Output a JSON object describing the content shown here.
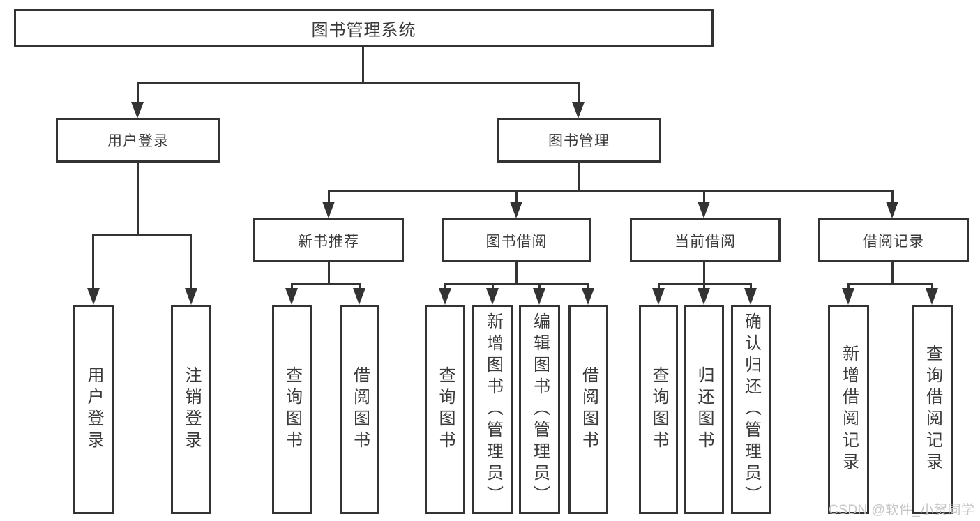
{
  "root": {
    "label": "图书管理系统"
  },
  "level2": {
    "user_login": {
      "label": "用户登录"
    },
    "book_mgmt": {
      "label": "图书管理"
    }
  },
  "level3": {
    "new_books": {
      "label": "新书推荐"
    },
    "book_borrow": {
      "label": "图书借阅"
    },
    "current_borrow": {
      "label": "当前借阅"
    },
    "borrow_records": {
      "label": "借阅记录"
    }
  },
  "leaves": {
    "user_login": {
      "label": "用户登录"
    },
    "logout": {
      "label": "注销登录"
    },
    "nb_query": {
      "label": "查询图书"
    },
    "nb_borrow": {
      "label": "借阅图书"
    },
    "bb_query": {
      "label": "查询图书"
    },
    "bb_add": {
      "label": "新增图书（管理员）"
    },
    "bb_edit": {
      "label": "编辑图书（管理员）"
    },
    "bb_borrow": {
      "label": "借阅图书"
    },
    "cb_query": {
      "label": "查询图书"
    },
    "cb_return": {
      "label": "归还图书"
    },
    "cb_confirm": {
      "label": "确认归还（管理员）"
    },
    "br_add": {
      "label": "新增借阅记录"
    },
    "br_query": {
      "label": "查询借阅记录"
    }
  },
  "watermark": {
    "text": "CSDN @软件_小贺同学"
  },
  "colors": {
    "line": "#333333",
    "text": "#3a3a3a",
    "watermark": "#c6c6c6",
    "background": "#ffffff"
  }
}
